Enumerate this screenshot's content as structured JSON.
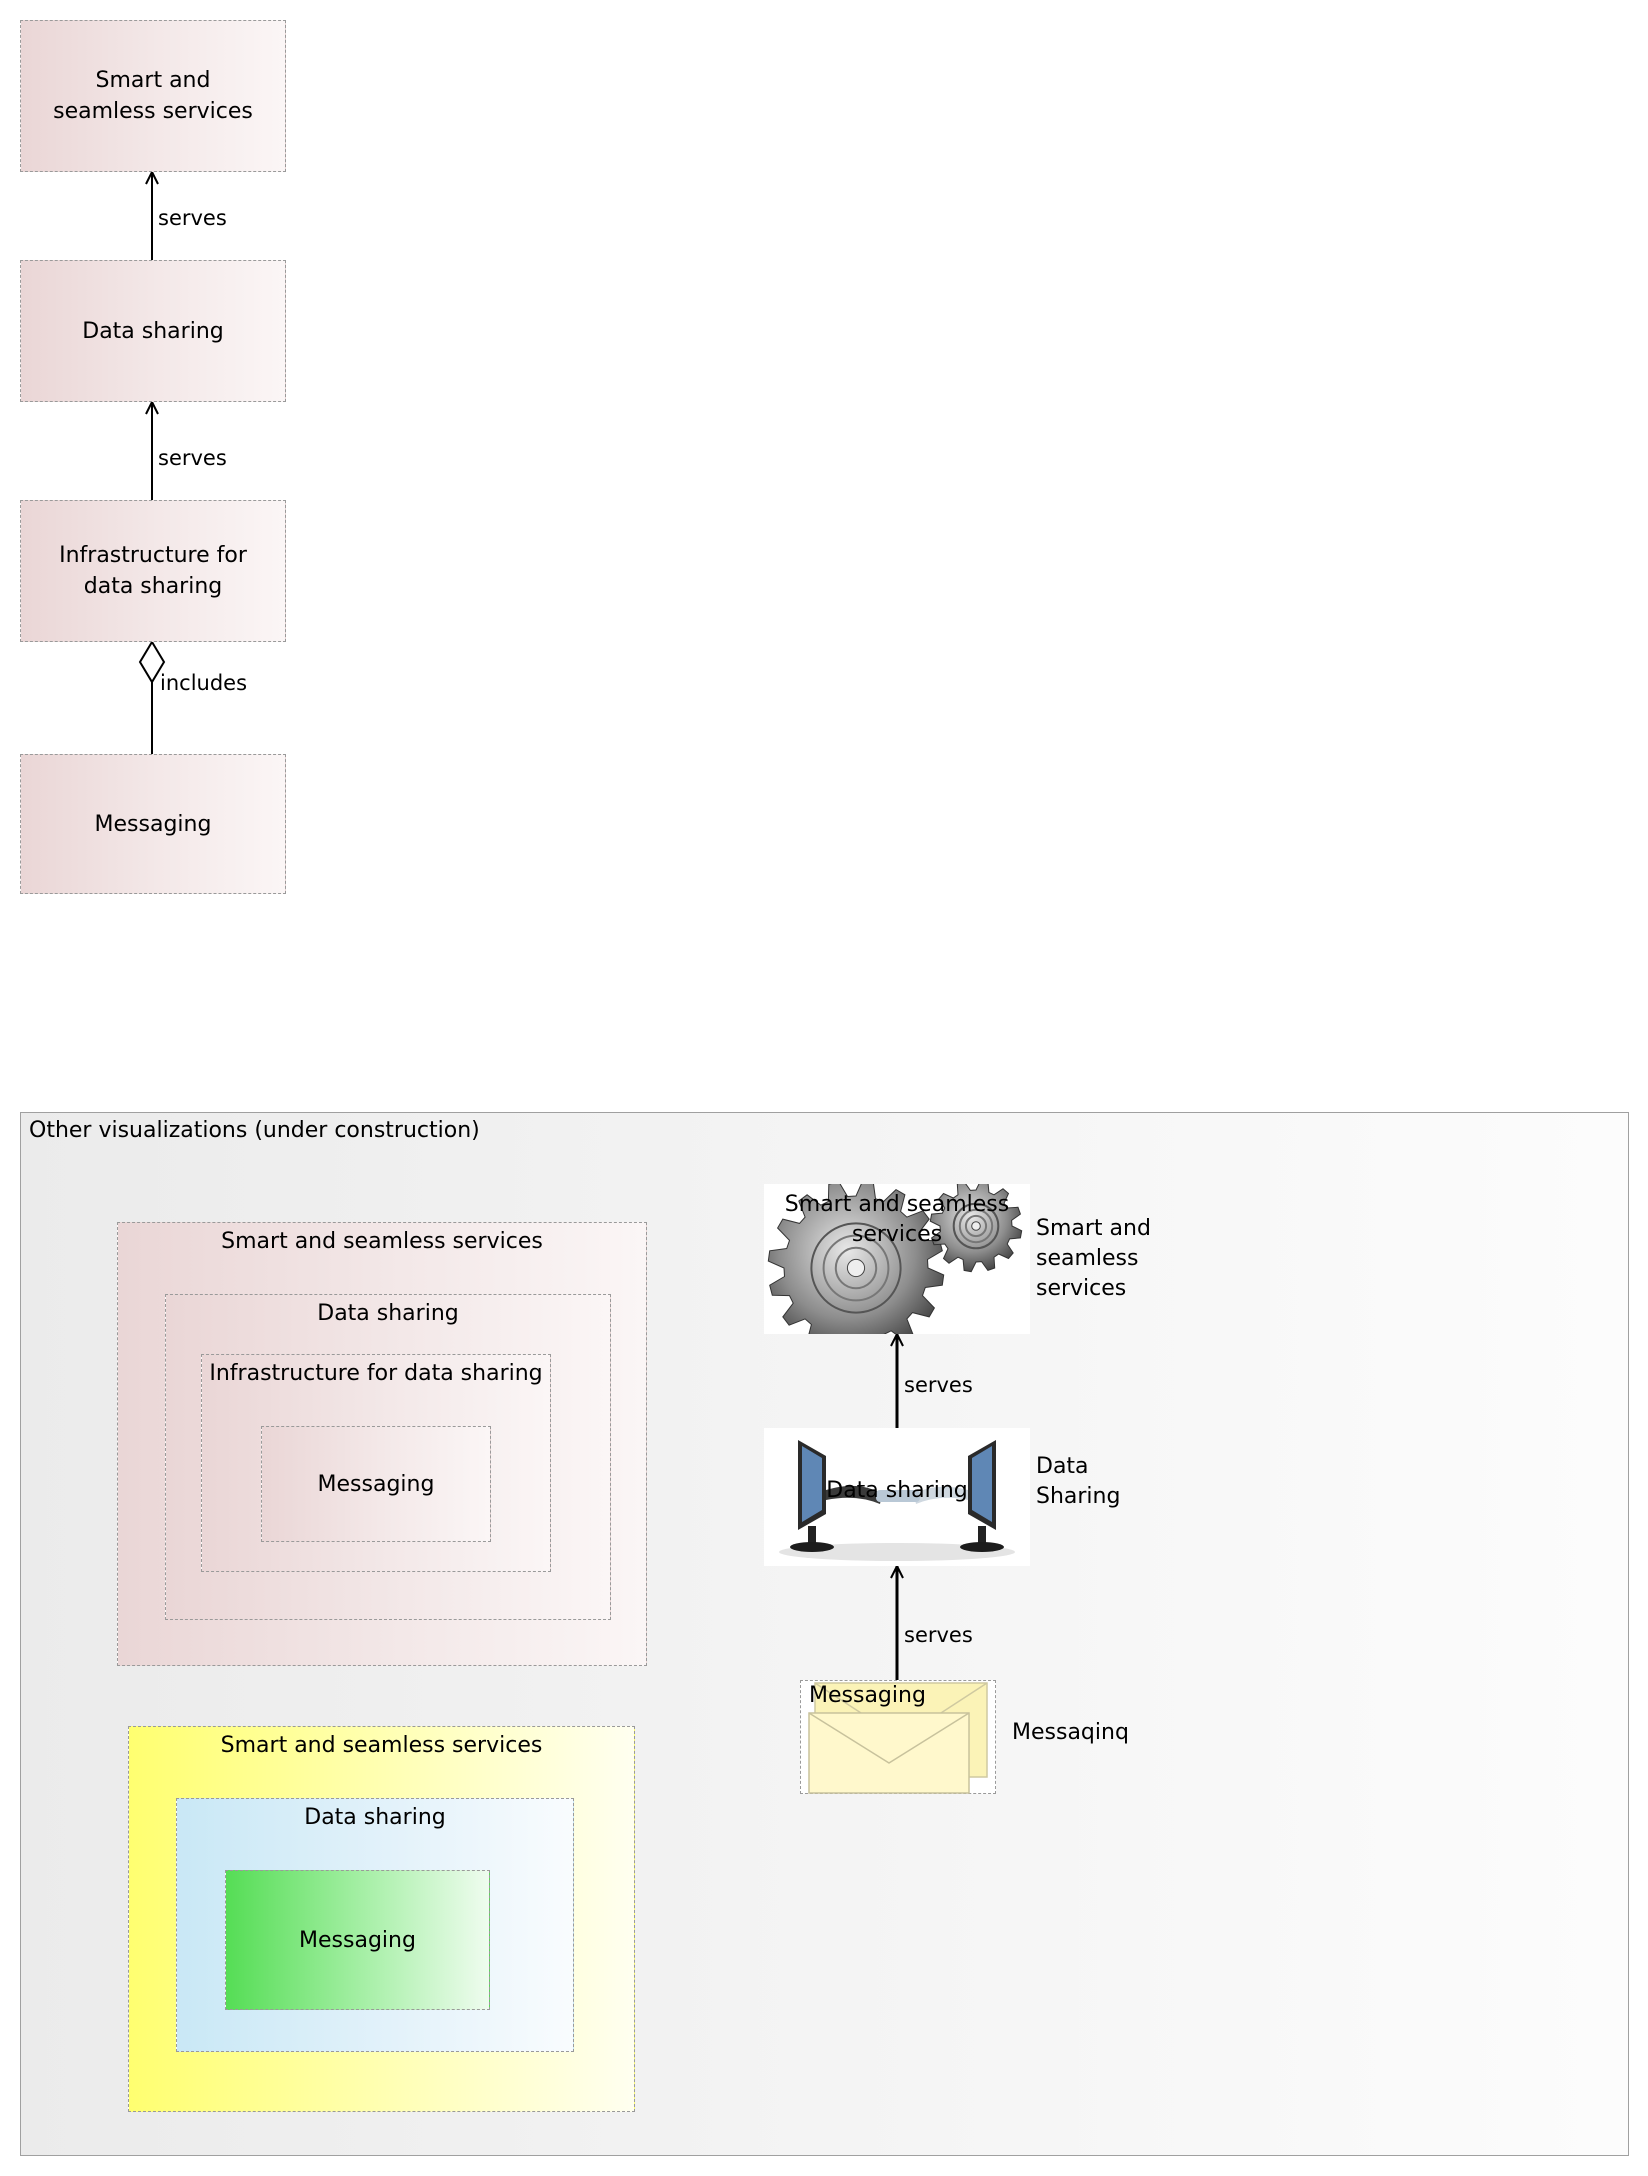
{
  "top_diagram": {
    "smart_services": "Smart and seamless services",
    "data_sharing": "Data sharing",
    "infrastructure": "Infrastructure for data sharing",
    "messaging": "Messaging",
    "rel_serves_1": "serves",
    "rel_serves_2": "serves",
    "rel_includes": "includes"
  },
  "group": {
    "title": "Other visualizations (under construction)",
    "nested_pink": {
      "outer": "Smart and seamless services",
      "second": "Data sharing",
      "third": "Infrastructure for data sharing",
      "inner": "Messaging"
    },
    "nested_color": {
      "outer": "Smart and seamless services",
      "middle": "Data sharing",
      "inner": "Messaging",
      "colors": {
        "outer": "#ffff80",
        "middle": "#cdeaf5",
        "inner": "#66dd66"
      }
    },
    "icon_chain": {
      "gears_label": "Smart and seamless services",
      "gears_side_label": "Smart and\nseamless\nservices",
      "computers_label": "Data sharing",
      "computers_side_label": "Data\nSharing",
      "envelope_label": "Messaging",
      "envelope_side_label": "Messaqinq",
      "rel_serves_1": "serves",
      "rel_serves_2": "serves",
      "icons": [
        "gears-icon",
        "computers-icon",
        "envelope-icon"
      ]
    }
  }
}
